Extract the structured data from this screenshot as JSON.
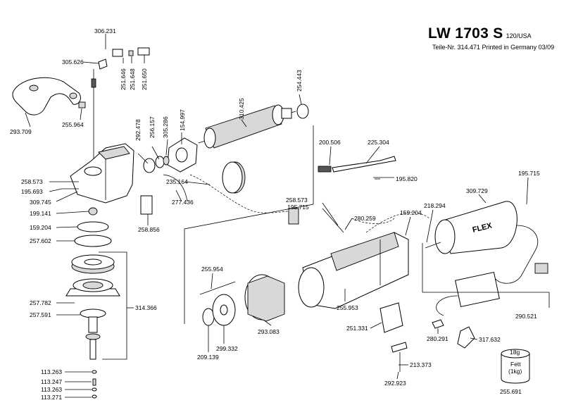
{
  "header": {
    "model": "LW 1703 S",
    "variant": "120/USA",
    "subtitle": "Teile-Nr. 314.471 Printed in Germany 03/09"
  },
  "brand_logo": "FLEX",
  "grease_tub": {
    "amount": "18g",
    "label_line1": "Fett",
    "label_line2": "(1kg)"
  },
  "part_numbers": {
    "p306_231": "306.231",
    "p305_626": "305.626",
    "p251_646": "251.646",
    "p251_648": "251.648",
    "p251_650": "251.650",
    "p293_709": "293.709",
    "p255_964": "255.964",
    "p292_478": "292.478",
    "p256_157": "256.157",
    "p305_286": "305.286",
    "p154_997": "154.997",
    "p310_425": "310.425",
    "p254_443": "254.443",
    "p258_573a": "258.573",
    "p195_693": "195.693",
    "p309_745": "309.745",
    "p199_141": "199.141",
    "p159_204a": "159.204",
    "p257_602": "257.602",
    "p235_164": "235.164",
    "p277_436": "277.436",
    "p258_856": "258.856",
    "p200_506": "200.506",
    "p225_304": "225.304",
    "p195_820": "195.820",
    "p258_573b": "258.573",
    "p195_715a": "195.715",
    "p280_259": "280.259",
    "p159_204b": "159.204",
    "p218_294": "218.294",
    "p309_729": "309.729",
    "p195_715b": "195.715",
    "p255_954": "255.954",
    "p257_782": "257.782",
    "p314_366": "314.366",
    "p257_591": "257.591",
    "p255_953": "255.953",
    "p293_083": "293.083",
    "p209_139": "209.139",
    "p299_332": "299.332",
    "p251_331": "251.331",
    "p280_291": "280.291",
    "p317_632": "317.632",
    "p290_521": "290.521",
    "p213_373": "213.373",
    "p292_923": "292.923",
    "p255_691": "255.691",
    "p113_263a": "113.263",
    "p113_247": "113.247",
    "p113_263b": "113.263",
    "p113_271": "113.271"
  }
}
